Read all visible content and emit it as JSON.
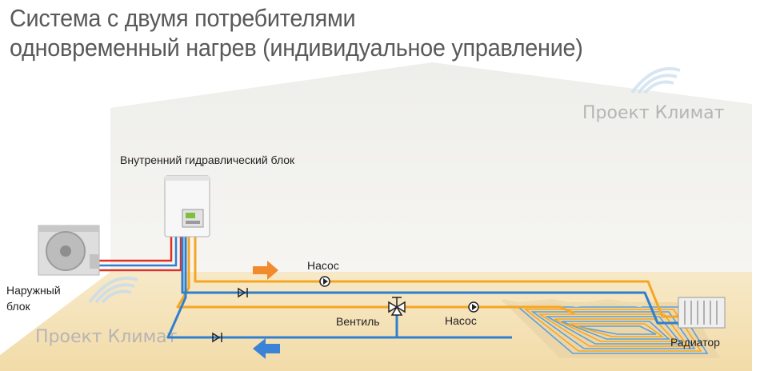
{
  "title": {
    "line1": "Система с двумя потребителями",
    "line2": "одновременный нагрев (индивидуальное управление)"
  },
  "labels": {
    "indoor_unit": "Внутренний гидравлический блок",
    "outdoor_unit_1": "Наружный",
    "outdoor_unit_2": "блок",
    "pump_top": "Насос",
    "pump_bottom": "Насос",
    "valve": "Вентиль",
    "radiator": "Радиатор"
  },
  "watermark": {
    "text_top": "Проект Климат",
    "text_bottom": "Проект Климат"
  },
  "colors": {
    "supply_pipe": "#f5a623",
    "return_pipe": "#2f7fd0",
    "refrigerant_hot": "#e03020",
    "flow_out_arrow": "#f28a2e",
    "flow_in_arrow": "#3b83d6"
  }
}
